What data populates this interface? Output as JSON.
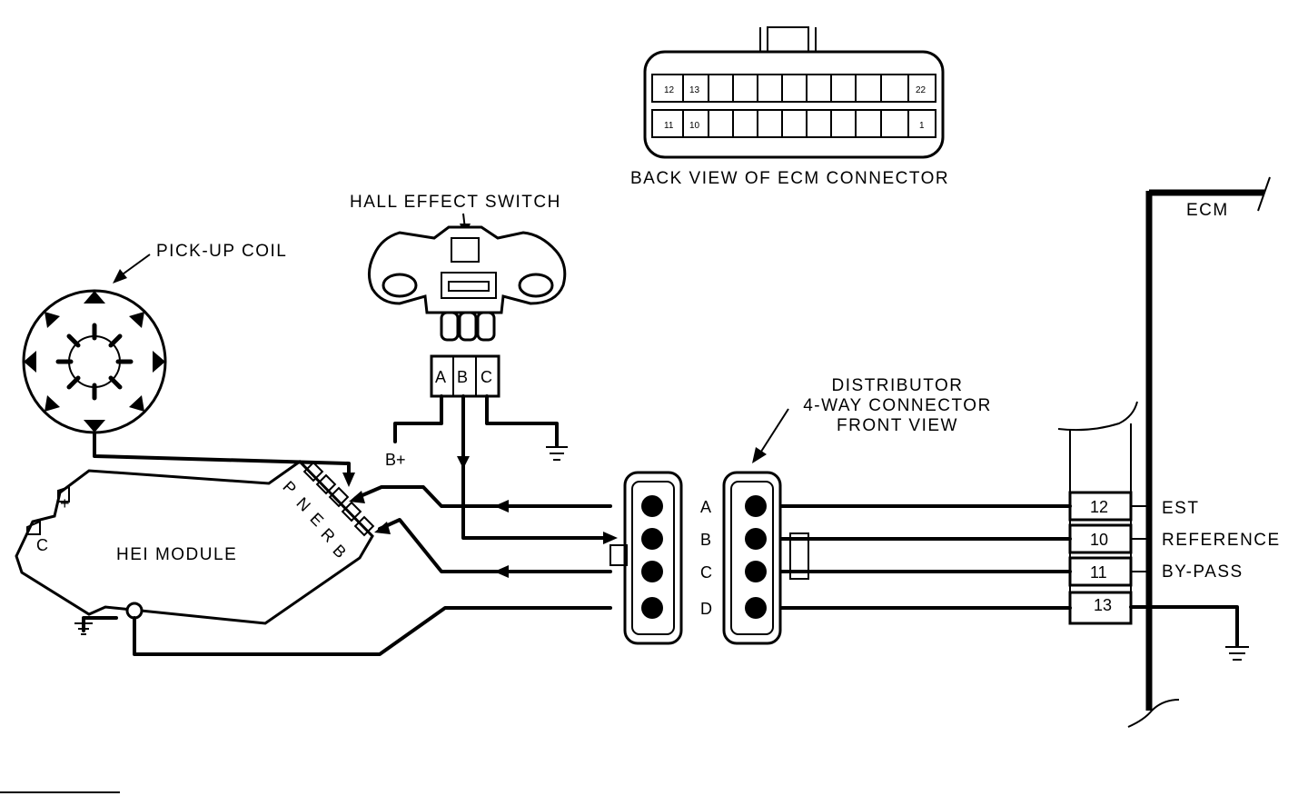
{
  "labels": {
    "ecm_connector": "BACK VIEW OF ECM CONNECTOR",
    "hall_switch": "HALL EFFECT SWITCH",
    "pickup_coil": "PICK-UP COIL",
    "hei_module": "HEI MODULE",
    "ecm": "ECM",
    "distributor_line1": "DISTRIBUTOR",
    "distributor_line2": "4-WAY CONNECTOR",
    "distributor_line3": "FRONT VIEW",
    "battery": "B+"
  },
  "hall_pins": [
    "A",
    "B",
    "C"
  ],
  "connector_pins": [
    "A",
    "B",
    "C",
    "D"
  ],
  "module_terminals": [
    "P",
    "N",
    "E",
    "R",
    "B"
  ],
  "module_side": {
    "c": "C",
    "plus": "+"
  },
  "ecm_connector_cells": {
    "top": [
      "12",
      "13",
      "22"
    ],
    "bottom": [
      "11",
      "10",
      "1"
    ]
  },
  "ecm_pins": [
    {
      "num": "12",
      "name": "EST"
    },
    {
      "num": "10",
      "name": "REFERENCE"
    },
    {
      "num": "11",
      "name": "BY-PASS"
    },
    {
      "num": "13",
      "name": ""
    }
  ]
}
